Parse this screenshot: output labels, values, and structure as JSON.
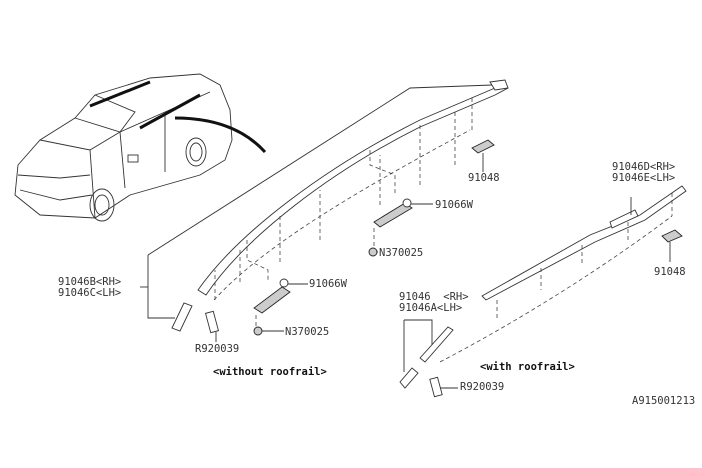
{
  "diagram": {
    "title": "Roof molding parts diagram",
    "callouts": {
      "clip_upper": "91048",
      "bracket_upper": "91066W",
      "nut_upper": "N370025",
      "molding_b": "91046B<RH>",
      "molding_c": "91046C<LH>",
      "bracket_lower": "91066W",
      "nut_lower": "N370025",
      "cap_left": "R920039",
      "molding_d": "91046D<RH>",
      "molding_e": "91046E<LH>",
      "clip_right": "91048",
      "molding_rh": "91046  <RH>",
      "molding_a": "91046A<LH>",
      "cap_right": "R920039"
    },
    "captions": {
      "without_roofrail": "<without roofrail>",
      "with_roofrail": "<with roofrail>"
    },
    "diagram_id": "A915001213"
  }
}
